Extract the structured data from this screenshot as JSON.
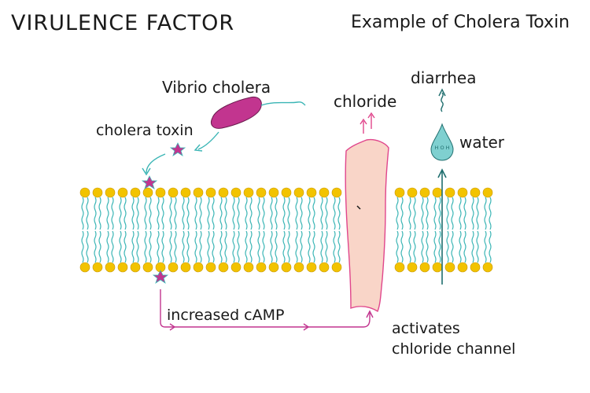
{
  "titles": {
    "left": "VIRULENCE FACTOR",
    "right": "Example of Cholera Toxin"
  },
  "labels": {
    "bacterium": "Vibrio cholera",
    "toxin": "cholera toxin",
    "camp": "increased cAMP",
    "channel_line1": "activates",
    "channel_line2": "chloride channel",
    "chloride": "chloride",
    "diarrhea": "diarrhea",
    "water": "water",
    "water_drop_atoms": "H O H"
  },
  "colors": {
    "lipid_head": "#f2c300",
    "lipid_tail": "#3ab5b5",
    "toxin": "#c2358f",
    "channel_fill": "#f9d5c8",
    "channel_stroke": "#e0468c",
    "arrow_teal": "#1f6e6e",
    "drop_fill": "#7fd0d0"
  }
}
